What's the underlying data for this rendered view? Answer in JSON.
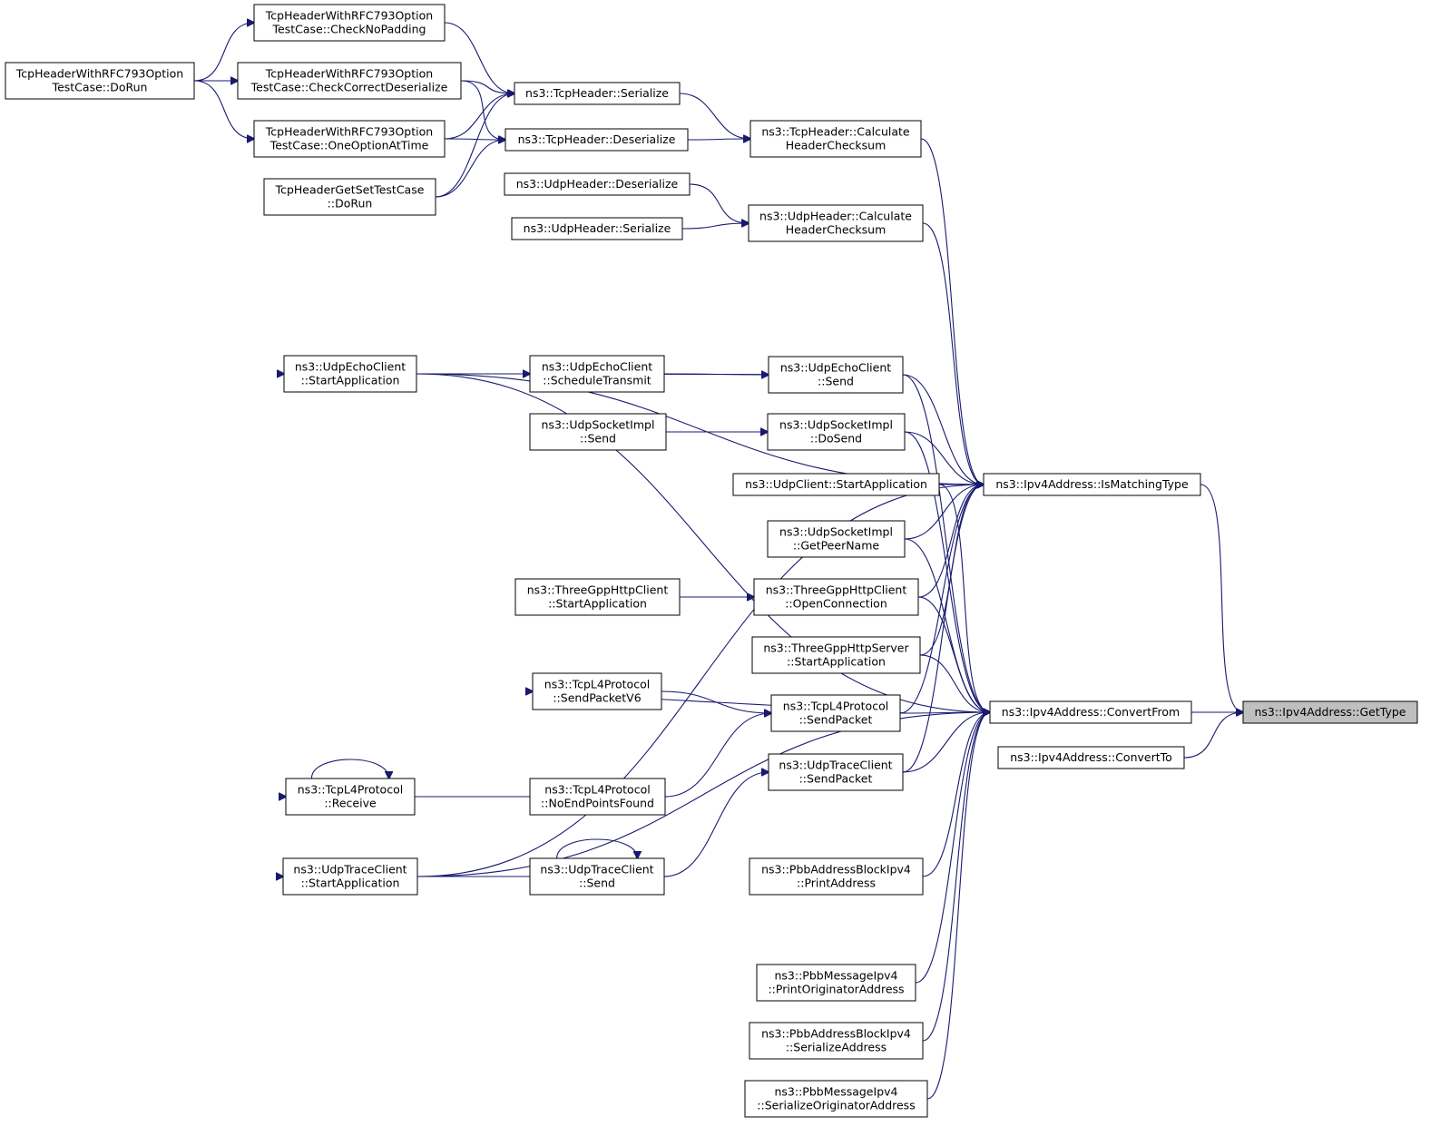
{
  "diagram": {
    "nodes": [
      {
        "id": "n0",
        "lines": [
          "ns3::Ipv4Address::GetType"
        ],
        "highlight": true
      },
      {
        "id": "n1",
        "lines": [
          "ns3::Ipv4Address::IsMatchingType"
        ]
      },
      {
        "id": "n2",
        "lines": [
          "ns3::Ipv4Address::ConvertFrom"
        ]
      },
      {
        "id": "n3",
        "lines": [
          "ns3::Ipv4Address::ConvertTo"
        ]
      },
      {
        "id": "n4",
        "lines": [
          "ns3::TcpHeader::Calculate",
          "HeaderChecksum"
        ]
      },
      {
        "id": "n5",
        "lines": [
          "ns3::UdpHeader::Calculate",
          "HeaderChecksum"
        ]
      },
      {
        "id": "n6",
        "lines": [
          "ns3::UdpEchoClient",
          "::Send"
        ]
      },
      {
        "id": "n7",
        "lines": [
          "ns3::UdpSocketImpl",
          "::DoSend"
        ]
      },
      {
        "id": "n8",
        "lines": [
          "ns3::UdpClient::StartApplication"
        ]
      },
      {
        "id": "n9",
        "lines": [
          "ns3::UdpSocketImpl",
          "::GetPeerName"
        ]
      },
      {
        "id": "n10",
        "lines": [
          "ns3::ThreeGppHttpClient",
          "::OpenConnection"
        ]
      },
      {
        "id": "n11",
        "lines": [
          "ns3::ThreeGppHttpServer",
          "::StartApplication"
        ]
      },
      {
        "id": "n12",
        "lines": [
          "ns3::TcpL4Protocol",
          "::SendPacket"
        ]
      },
      {
        "id": "n13",
        "lines": [
          "ns3::UdpTraceClient",
          "::SendPacket"
        ]
      },
      {
        "id": "n14",
        "lines": [
          "ns3::PbbAddressBlockIpv4",
          "::PrintAddress"
        ]
      },
      {
        "id": "n15",
        "lines": [
          "ns3::PbbMessageIpv4",
          "::PrintOriginatorAddress"
        ]
      },
      {
        "id": "n16",
        "lines": [
          "ns3::PbbAddressBlockIpv4",
          "::SerializeAddress"
        ]
      },
      {
        "id": "n17",
        "lines": [
          "ns3::PbbMessageIpv4",
          "::SerializeOriginatorAddress"
        ]
      },
      {
        "id": "n18",
        "lines": [
          "ns3::TcpHeader::Serialize"
        ]
      },
      {
        "id": "n19",
        "lines": [
          "ns3::TcpHeader::Deserialize"
        ]
      },
      {
        "id": "n20",
        "lines": [
          "ns3::UdpHeader::Deserialize"
        ]
      },
      {
        "id": "n21",
        "lines": [
          "ns3::UdpHeader::Serialize"
        ]
      },
      {
        "id": "n22",
        "lines": [
          "ns3::UdpEchoClient",
          "::ScheduleTransmit"
        ]
      },
      {
        "id": "n23",
        "lines": [
          "ns3::UdpSocketImpl",
          "::Send"
        ]
      },
      {
        "id": "n24",
        "lines": [
          "ns3::ThreeGppHttpClient",
          "::StartApplication"
        ]
      },
      {
        "id": "n25",
        "lines": [
          "ns3::TcpL4Protocol",
          "::SendPacketV6"
        ]
      },
      {
        "id": "n26",
        "lines": [
          "ns3::TcpL4Protocol",
          "::NoEndPointsFound"
        ]
      },
      {
        "id": "n27",
        "lines": [
          "ns3::UdpTraceClient",
          "::Send"
        ]
      },
      {
        "id": "n28",
        "lines": [
          "TcpHeaderWithRFC793Option",
          "TestCase::CheckNoPadding"
        ]
      },
      {
        "id": "n29",
        "lines": [
          "TcpHeaderWithRFC793Option",
          "TestCase::CheckCorrectDeserialize"
        ]
      },
      {
        "id": "n30",
        "lines": [
          "TcpHeaderWithRFC793Option",
          "TestCase::OneOptionAtTime"
        ]
      },
      {
        "id": "n31",
        "lines": [
          "TcpHeaderGetSetTestCase",
          "::DoRun"
        ]
      },
      {
        "id": "n32",
        "lines": [
          "ns3::UdpEchoClient",
          "::StartApplication"
        ]
      },
      {
        "id": "n33",
        "lines": [
          "ns3::TcpL4Protocol",
          "::Receive"
        ]
      },
      {
        "id": "n34",
        "lines": [
          "ns3::UdpTraceClient",
          "::StartApplication"
        ]
      },
      {
        "id": "n35",
        "lines": [
          "TcpHeaderWithRFC793Option",
          "TestCase::DoRun"
        ]
      }
    ],
    "edges": [
      {
        "from": "n1",
        "to": "n0"
      },
      {
        "from": "n2",
        "to": "n0"
      },
      {
        "from": "n3",
        "to": "n0"
      },
      {
        "from": "n4",
        "to": "n1"
      },
      {
        "from": "n5",
        "to": "n1"
      },
      {
        "from": "n6",
        "to": "n1"
      },
      {
        "from": "n7",
        "to": "n1"
      },
      {
        "from": "n8",
        "to": "n1"
      },
      {
        "from": "n9",
        "to": "n1"
      },
      {
        "from": "n10",
        "to": "n1"
      },
      {
        "from": "n11",
        "to": "n1"
      },
      {
        "from": "n12",
        "to": "n1"
      },
      {
        "from": "n13",
        "to": "n1"
      },
      {
        "from": "n32",
        "to": "n1"
      },
      {
        "from": "n6",
        "to": "n2"
      },
      {
        "from": "n7",
        "to": "n2"
      },
      {
        "from": "n8",
        "to": "n2"
      },
      {
        "from": "n9",
        "to": "n2"
      },
      {
        "from": "n10",
        "to": "n2"
      },
      {
        "from": "n11",
        "to": "n2"
      },
      {
        "from": "n12",
        "to": "n2"
      },
      {
        "from": "n13",
        "to": "n2"
      },
      {
        "from": "n14",
        "to": "n2"
      },
      {
        "from": "n15",
        "to": "n2"
      },
      {
        "from": "n16",
        "to": "n2"
      },
      {
        "from": "n17",
        "to": "n2"
      },
      {
        "from": "n32",
        "to": "n2"
      },
      {
        "from": "n34",
        "to": "n2"
      },
      {
        "from": "n18",
        "to": "n4"
      },
      {
        "from": "n19",
        "to": "n4"
      },
      {
        "from": "n20",
        "to": "n5"
      },
      {
        "from": "n21",
        "to": "n5"
      },
      {
        "from": "n22",
        "to": "n6"
      },
      {
        "from": "n6",
        "to": "n22"
      },
      {
        "from": "n23",
        "to": "n7"
      },
      {
        "from": "n24",
        "to": "n10"
      },
      {
        "from": "n25",
        "to": "n12"
      },
      {
        "from": "n12",
        "to": "n25"
      },
      {
        "from": "n26",
        "to": "n12"
      },
      {
        "from": "n27",
        "to": "n13"
      },
      {
        "from": "n28",
        "to": "n18"
      },
      {
        "from": "n29",
        "to": "n18"
      },
      {
        "from": "n30",
        "to": "n18"
      },
      {
        "from": "n31",
        "to": "n18"
      },
      {
        "from": "n29",
        "to": "n19"
      },
      {
        "from": "n30",
        "to": "n19"
      },
      {
        "from": "n31",
        "to": "n19"
      },
      {
        "from": "n35",
        "to": "n28"
      },
      {
        "from": "n35",
        "to": "n29"
      },
      {
        "from": "n35",
        "to": "n30"
      },
      {
        "from": "n22",
        "to": "n32"
      },
      {
        "from": "n26",
        "to": "n33"
      },
      {
        "from": "n33",
        "to": "n33"
      },
      {
        "from": "n27",
        "to": "n34"
      },
      {
        "from": "n27",
        "to": "n27"
      },
      {
        "from": "n34",
        "to": "n1"
      }
    ]
  }
}
